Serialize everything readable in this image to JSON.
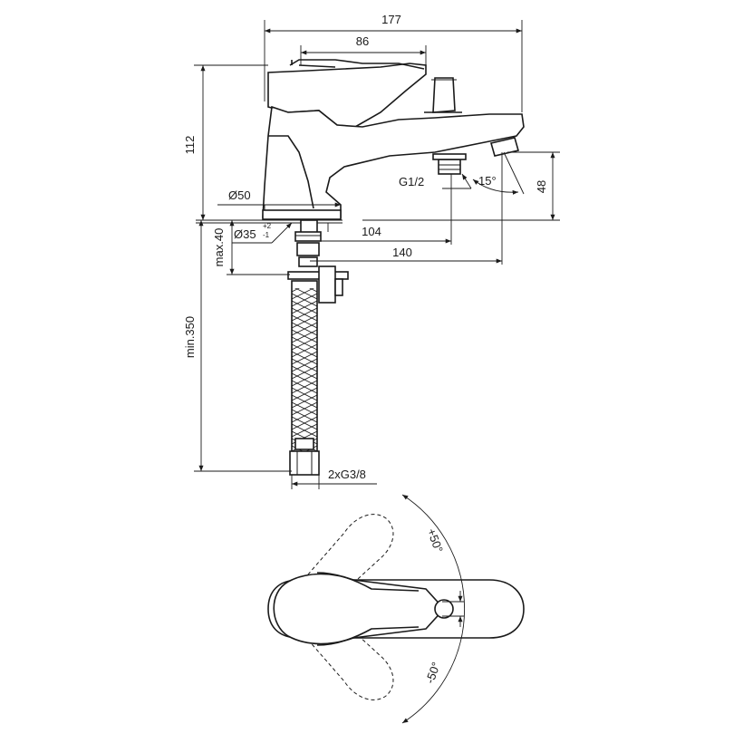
{
  "dimensions": {
    "width_total": "177",
    "lever_width": "86",
    "height_total": "112",
    "base_diameter": "Ø50",
    "hole_diameter": "Ø35",
    "hole_tol_plus": "+2",
    "hole_tol_minus": "-1",
    "outlet_thread": "G1/2",
    "spout_angle": "15°",
    "outlet_height": "48",
    "outlet_dist": "104",
    "spout_reach": "140",
    "deck_max": "max.40",
    "hose_min": "min.350",
    "hose_thread": "2xG3/8",
    "rot_plus": "+50°",
    "rot_minus": "-50°"
  }
}
